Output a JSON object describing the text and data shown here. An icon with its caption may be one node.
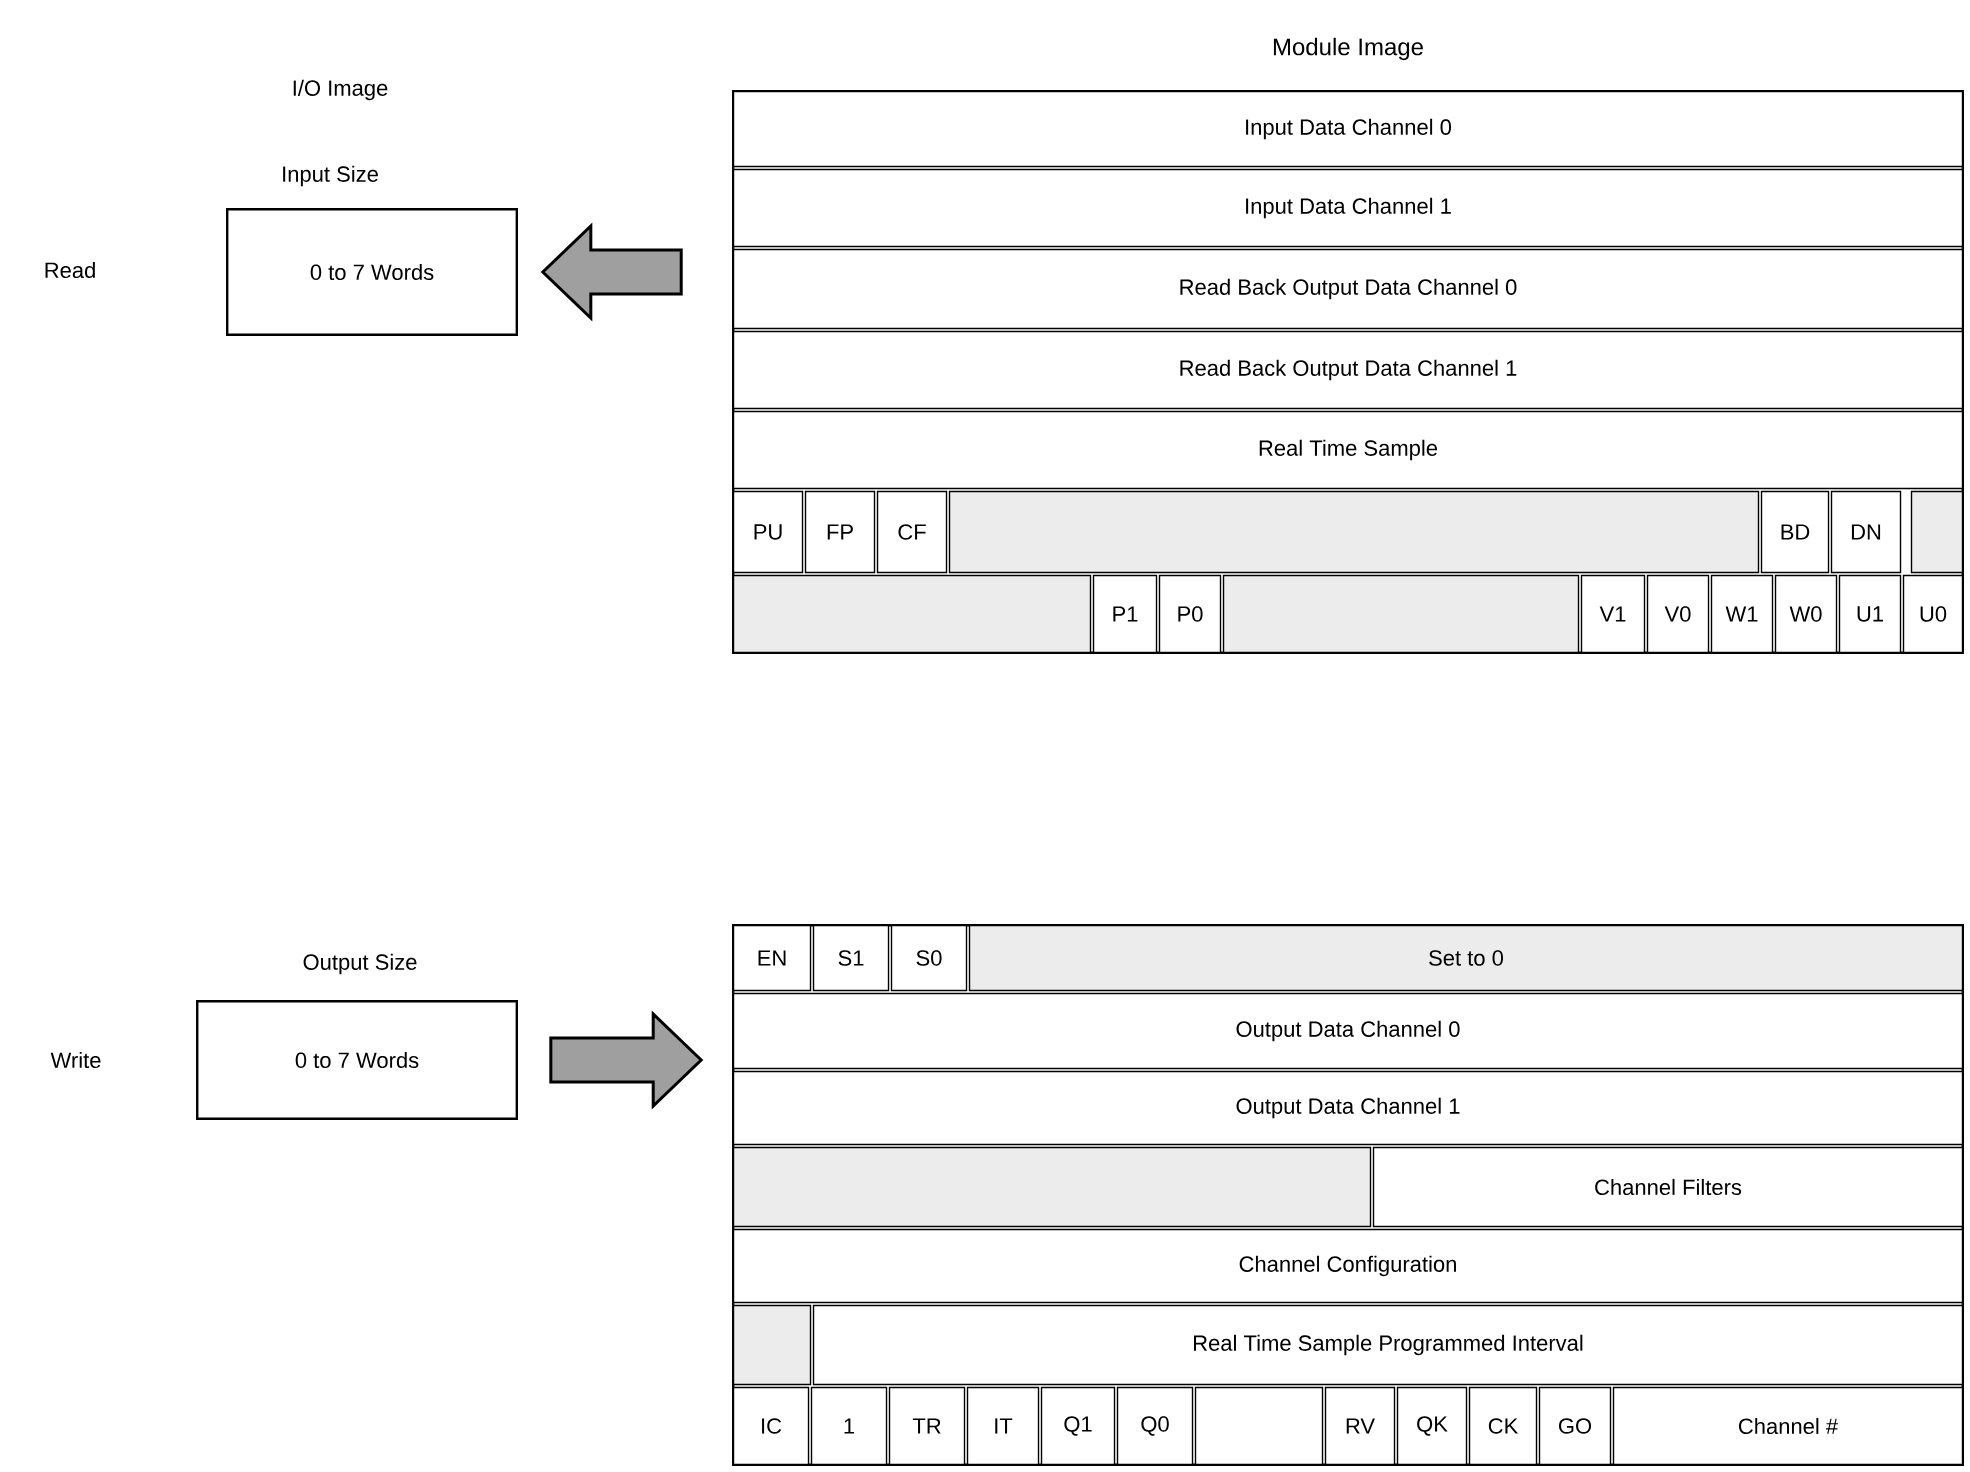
{
  "diagram": {
    "nodes": [
      {
        "text": [
          "0 to 7 Words"
        ]
      },
      {
        "text": [
          "Module Image"
        ]
      },
      {
        "text": [
          "Input Data Channel 0"
        ],
        "in": 1
      },
      {
        "text": [
          "Input Data Channel 1"
        ],
        "in": 1
      },
      {
        "text": [
          "Read Back Output Data Channel 0"
        ],
        "in": 1
      },
      {
        "text": [
          "Read Back Output Data Channel 1"
        ],
        "in": 1
      },
      {
        "text": [
          "Real Time Sample"
        ],
        "in": 1
      },
      {
        "text": [
          "PU"
        ],
        "in": 1
      },
      {
        "text": [
          "FP"
        ],
        "in": 1
      },
      {
        "text": [
          "CF"
        ],
        "in": 1
      },
      {
        "text": [],
        "shape": "box",
        "in": 1
      },
      {
        "text": [
          "BD"
        ],
        "in": 1
      },
      {
        "text": [
          "DN"
        ],
        "in": 1
      },
      {
        "text": [],
        "shape": "box",
        "in": 1
      },
      {
        "text": [],
        "shape": "box",
        "in": 1
      },
      {
        "text": [
          "P1"
        ],
        "in": 1
      },
      {
        "text": [
          "P0"
        ],
        "in": 1
      },
      {
        "text": [],
        "shape": "box",
        "in": 1
      },
      {
        "text": [
          "V1"
        ],
        "in": 1
      },
      {
        "text": [
          "V0"
        ],
        "in": 1
      },
      {
        "text": [
          "W1"
        ],
        "in": 1
      },
      {
        "text": [
          "W0"
        ],
        "in": 1
      },
      {
        "text": [
          "U1"
        ],
        "in": 1
      },
      {
        "text": [
          "U0"
        ],
        "in": 1
      },
      {
        "text": [
          "0 to 7 Words"
        ]
      },
      {
        "text": [],
        "shape": "box"
      },
      {
        "text": [
          "EN"
        ],
        "in": 25
      },
      {
        "text": [
          "S1"
        ],
        "in": 25
      },
      {
        "text": [
          "S0"
        ],
        "in": 25
      },
      {
        "text": [
          "Set to 0"
        ],
        "in": 25
      },
      {
        "text": [
          "Output Data Channel 0"
        ],
        "in": 25
      },
      {
        "text": [
          "Output Data Channel 1"
        ],
        "in": 25
      },
      {
        "text": [],
        "shape": "box",
        "in": 25
      },
      {
        "text": [
          "Channel Filters"
        ],
        "in": 25
      },
      {
        "text": [
          "Channel  Configuration"
        ],
        "in": 25
      },
      {
        "text": [],
        "shape": "box",
        "in": 25
      },
      {
        "text": [
          "Real Time Sample Programmed Interval"
        ],
        "in": 25
      },
      {
        "text": [
          "IC"
        ],
        "in": 25
      },
      {
        "text": [
          "1"
        ],
        "in": 25
      },
      {
        "text": [
          "TR"
        ],
        "in": 25
      },
      {
        "text": [
          "IT"
        ],
        "in": 25
      },
      {
        "text": [
          "Q1"
        ],
        "in": 25
      },
      {
        "text": [
          "Q0"
        ],
        "in": 25
      },
      {
        "text": [],
        "shape": "box",
        "in": 25
      },
      {
        "text": [
          "RV"
        ],
        "in": 25
      },
      {
        "text": [
          "QK"
        ],
        "in": 25
      },
      {
        "text": [
          "CK"
        ],
        "in": 25
      },
      {
        "text": [
          "GO"
        ],
        "in": 25
      },
      {
        "text": [
          "Channel #"
        ],
        "in": 25
      }
    ],
    "edges": [
      {
        "from": 1,
        "to": 0,
        "arrow": "to"
      },
      {
        "from": 24,
        "to": 25,
        "arrow": "to"
      }
    ],
    "labels": [
      "I/O Image",
      "Input Size",
      "Read",
      "Output Size",
      "Write"
    ]
  }
}
